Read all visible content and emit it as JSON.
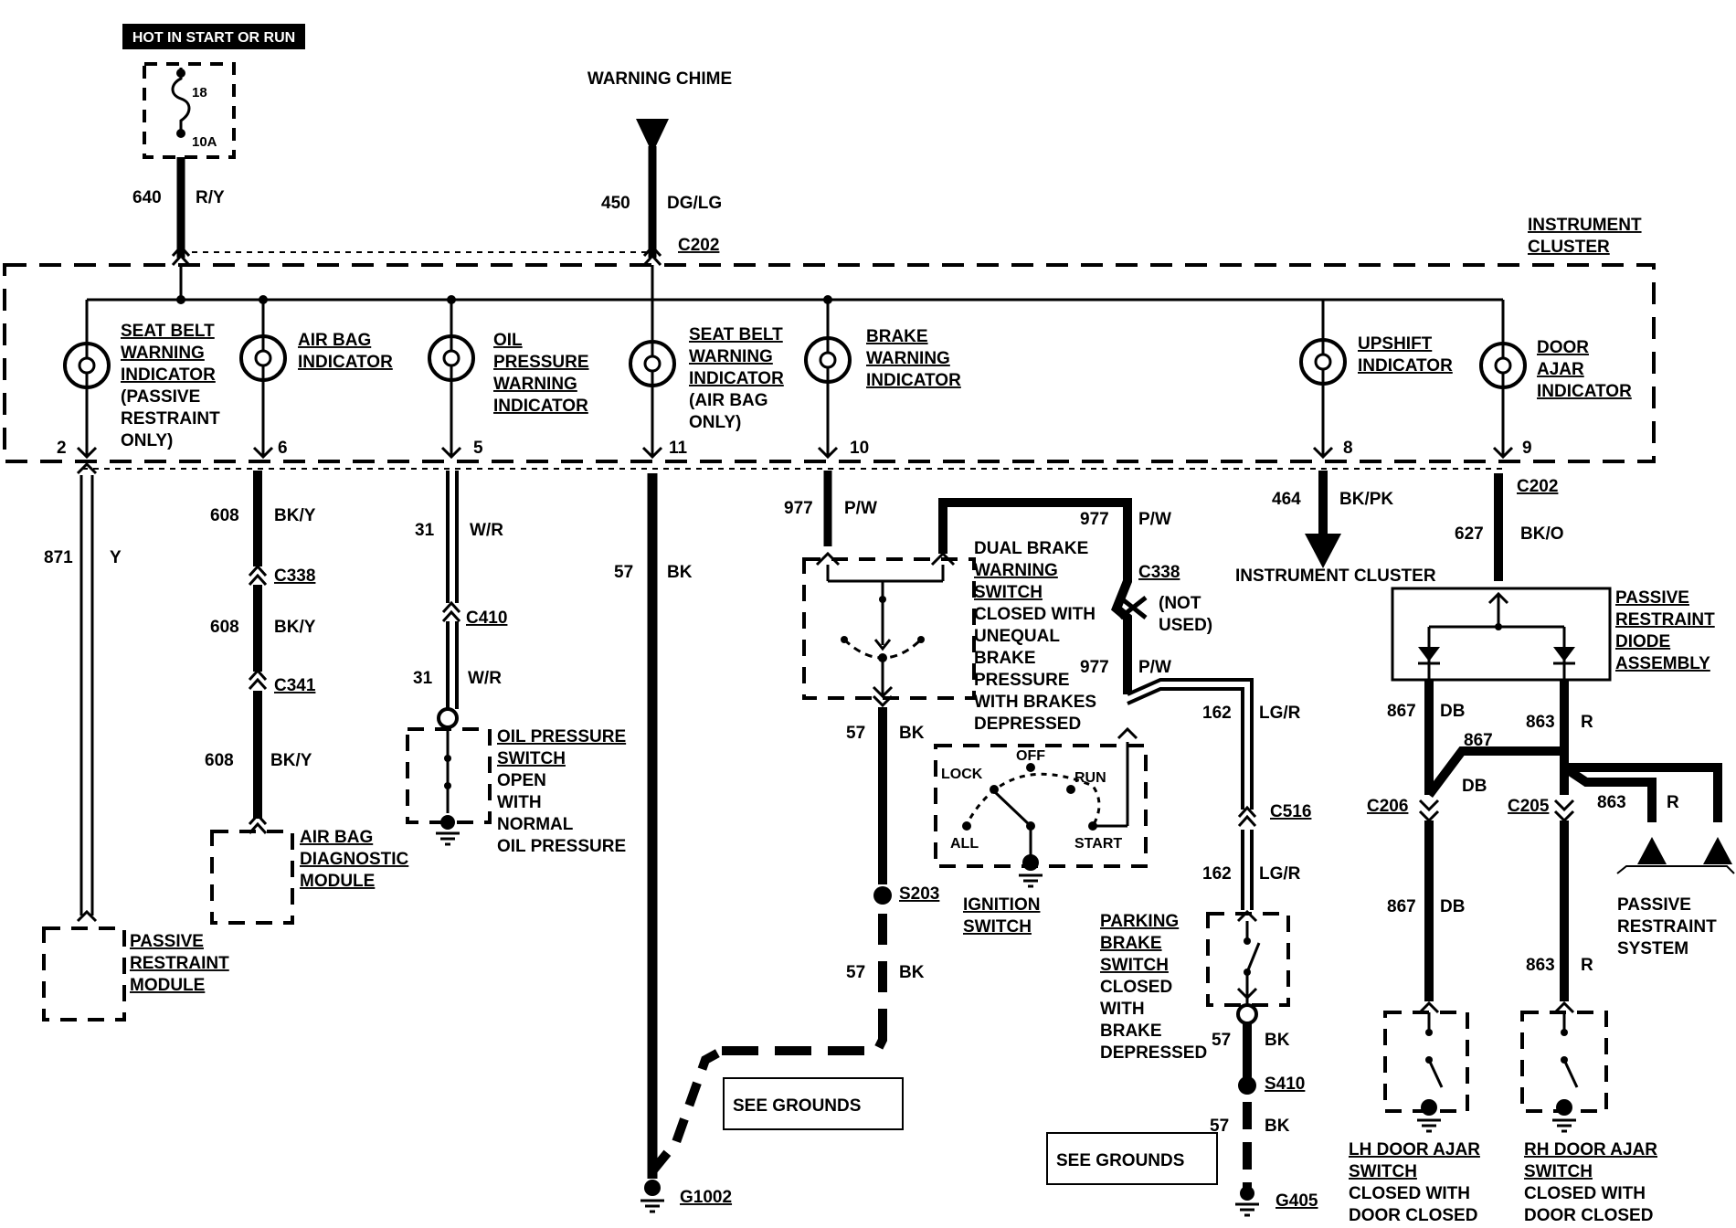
{
  "header": {
    "hot_label": "HOT IN START OR RUN"
  },
  "fuse": {
    "number": "18",
    "rating": "10A"
  },
  "chime": {
    "title": "WARNING CHIME"
  },
  "cluster": {
    "title_line1": "INSTRUMENT",
    "title_line2": "CLUSTER"
  },
  "indicators": [
    {
      "lines": [
        "SEAT BELT",
        "WARNING",
        "INDICATOR"
      ],
      "sub": [
        "(PASSIVE",
        "RESTRAINT",
        "ONLY)"
      ],
      "pin": "2"
    },
    {
      "lines": [
        "AIR BAG",
        "INDICATOR"
      ],
      "sub": [],
      "pin": "6"
    },
    {
      "lines": [
        "OIL",
        "PRESSURE",
        "WARNING",
        "INDICATOR"
      ],
      "sub": [],
      "pin": "5"
    },
    {
      "lines": [
        "SEAT BELT",
        "WARNING",
        "INDICATOR"
      ],
      "sub": [
        "(AIR BAG",
        "ONLY)"
      ],
      "pin": "11"
    },
    {
      "lines": [
        "BRAKE",
        "WARNING",
        "INDICATOR"
      ],
      "sub": [],
      "pin": "10"
    },
    {
      "lines": [
        "UPSHIFT",
        "INDICATOR"
      ],
      "sub": [],
      "pin": "8"
    },
    {
      "lines": [
        "DOOR",
        "AJAR",
        "INDICATOR"
      ],
      "sub": [],
      "pin": "9"
    }
  ],
  "wires": {
    "w640": {
      "num": "640",
      "color": "R/Y"
    },
    "w450": {
      "num": "450",
      "color": "DG/LG"
    },
    "w871": {
      "num": "871",
      "color": "Y"
    },
    "w608a": {
      "num": "608",
      "color": "BK/Y"
    },
    "w608b": {
      "num": "608",
      "color": "BK/Y"
    },
    "w608c": {
      "num": "608",
      "color": "BK/Y"
    },
    "w31a": {
      "num": "31",
      "color": "W/R"
    },
    "w31b": {
      "num": "31",
      "color": "W/R"
    },
    "w57a": {
      "num": "57",
      "color": "BK"
    },
    "w977a": {
      "num": "977",
      "color": "P/W"
    },
    "w977b": {
      "num": "977",
      "color": "P/W"
    },
    "w977c": {
      "num": "977",
      "color": "P/W"
    },
    "w57b": {
      "num": "57",
      "color": "BK"
    },
    "w57c": {
      "num": "57",
      "color": "BK"
    },
    "w162a": {
      "num": "162",
      "color": "LG/R"
    },
    "w162b": {
      "num": "162",
      "color": "LG/R"
    },
    "w57d": {
      "num": "57",
      "color": "BK"
    },
    "w57e": {
      "num": "57",
      "color": "BK"
    },
    "w464": {
      "num": "464",
      "color": "BK/PK"
    },
    "w627": {
      "num": "627",
      "color": "BK/O"
    },
    "w867a": {
      "num": "867",
      "color": "DB"
    },
    "w867b": {
      "num": "867",
      "color": ""
    },
    "w867b_c": {
      "num": "",
      "color": "DB"
    },
    "w867c": {
      "num": "867",
      "color": "DB"
    },
    "w863a": {
      "num": "863",
      "color": "R"
    },
    "w863b": {
      "num": "863",
      "color": "R"
    },
    "w863c": {
      "num": "863",
      "color": "R"
    }
  },
  "connectors": {
    "c202a": "C202",
    "c202b": "C202",
    "c338a": "C338",
    "c338b": "C338",
    "c338b_note1": "(NOT",
    "c338b_note2": "USED)",
    "c341": "C341",
    "c410": "C410",
    "c516": "C516",
    "c206": "C206",
    "c205": "C205"
  },
  "splices": {
    "s203": "S203",
    "s410": "S410"
  },
  "grounds": {
    "g1002": "G1002",
    "g405": "G405",
    "see1": "SEE GROUNDS",
    "see2": "SEE GROUNDS"
  },
  "components": {
    "passive_module": [
      "PASSIVE",
      "RESTRAINT",
      "MODULE"
    ],
    "airbag_module": [
      "AIR BAG",
      "DIAGNOSTIC",
      "MODULE"
    ],
    "oil_switch_title": [
      "OIL PRESSURE",
      "SWITCH"
    ],
    "oil_switch_desc": [
      "OPEN",
      "WITH",
      "NORMAL",
      "OIL PRESSURE"
    ],
    "brake_switch_title": [
      "DUAL BRAKE",
      "WARNING",
      "SWITCH"
    ],
    "brake_switch_desc": [
      "CLOSED WITH",
      "UNEQUAL",
      "BRAKE",
      "PRESSURE",
      "WITH BRAKES",
      "DEPRESSED"
    ],
    "ignition_title": [
      "IGNITION",
      "SWITCH"
    ],
    "ignition_positions": {
      "lock": "LOCK",
      "off": "OFF",
      "run": "RUN",
      "all": "ALL",
      "start": "START"
    },
    "parking_title": [
      "PARKING",
      "BRAKE",
      "SWITCH"
    ],
    "parking_desc": [
      "CLOSED",
      "WITH",
      "BRAKE",
      "DEPRESSED"
    ],
    "cluster_ref": "INSTRUMENT CLUSTER",
    "diode_title": [
      "PASSIVE",
      "RESTRAINT",
      "DIODE",
      "ASSEMBLY"
    ],
    "passive_system": [
      "PASSIVE",
      "RESTRAINT",
      "SYSTEM"
    ],
    "lh_door_title": [
      "LH DOOR AJAR",
      "SWITCH"
    ],
    "lh_door_desc": [
      "CLOSED WITH",
      "DOOR CLOSED"
    ],
    "rh_door_title": [
      "RH DOOR AJAR",
      "SWITCH"
    ],
    "rh_door_desc": [
      "CLOSED WITH",
      "DOOR CLOSED"
    ]
  }
}
